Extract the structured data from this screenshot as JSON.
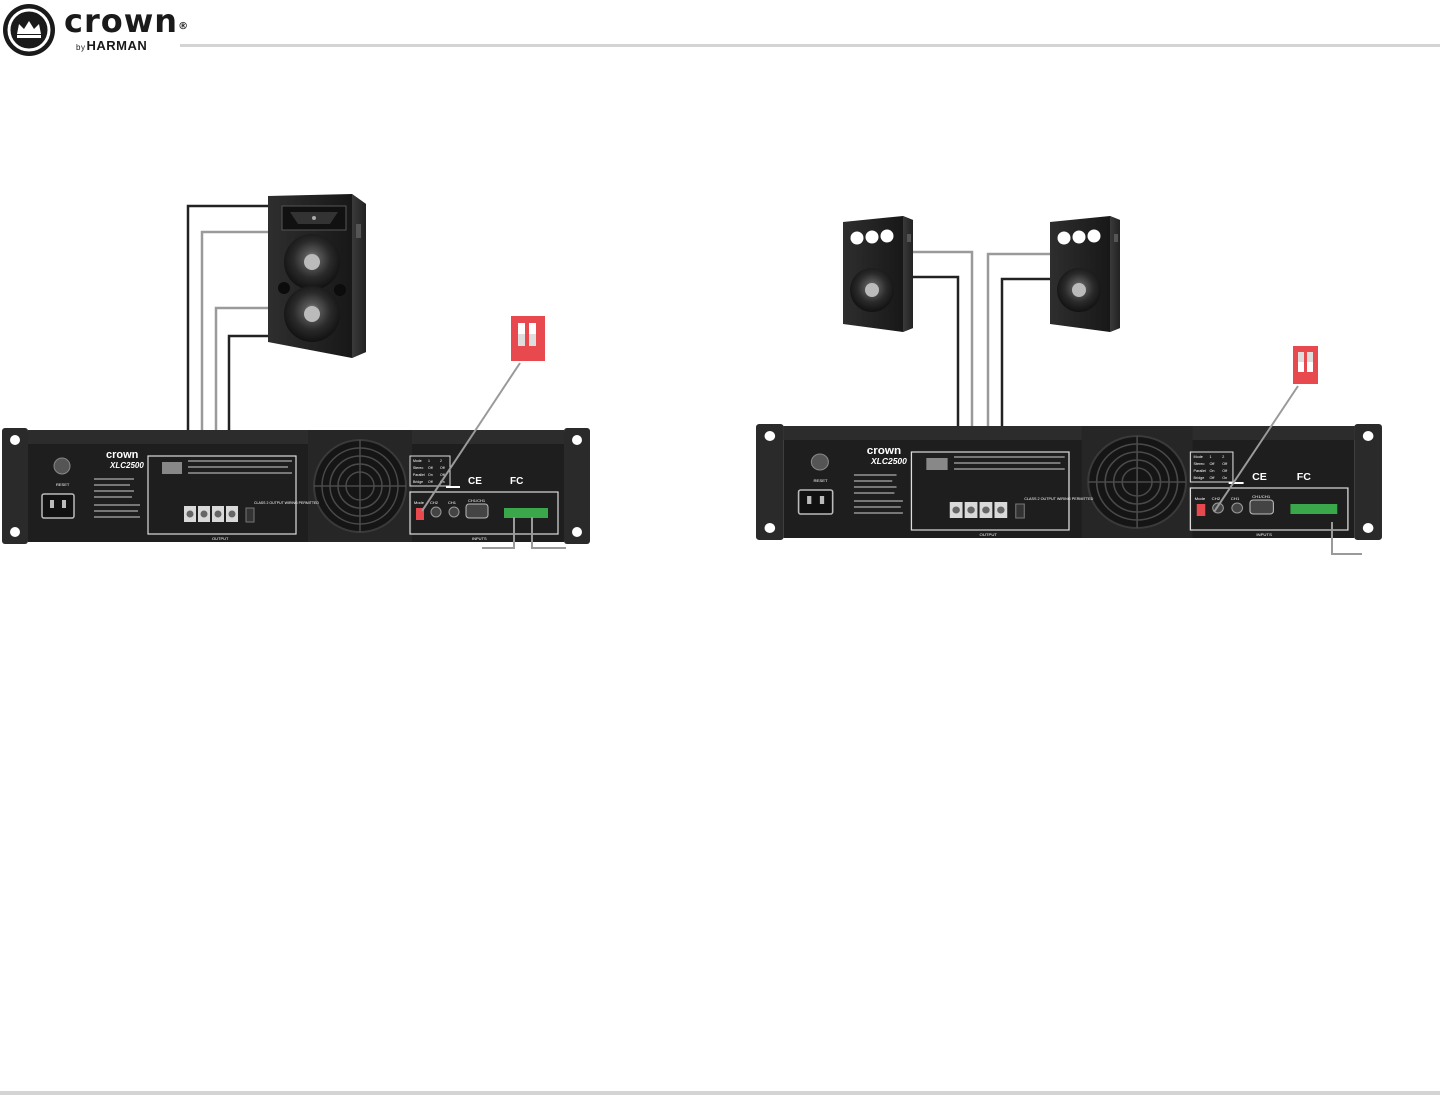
{
  "brand": {
    "wordmark": "crown",
    "registered": "®",
    "byline_prefix": "by",
    "byline": "HARMAN"
  },
  "amplifier": {
    "brand": "crown",
    "model": "XLC2500",
    "subtitle": "Power Amplifier",
    "reset_label": "RESET",
    "output_label": "OUTPUT",
    "inputs_label": "INPUTS",
    "ch1_label": "CH1",
    "ch2_label": "CH2",
    "ch1ch2_label": "CH1/CH1",
    "mode_label": "Mode",
    "mode_table": {
      "header": [
        "Mode",
        "1",
        "2"
      ],
      "rows": [
        [
          "Stereo",
          "Off",
          "Off"
        ],
        [
          "Parallel",
          "On",
          "Off"
        ],
        [
          "Bridge",
          "Off",
          "On"
        ]
      ]
    },
    "class_label": "CLASS 2 OUTPUT WIRING PERMITTED",
    "ce_mark": "CE",
    "fc_mark": "FC"
  },
  "colors": {
    "cable_dark": "#222222",
    "cable_light": "#9a9a9a",
    "dip_switch": "#e8494f",
    "amp_body": "#1e1e1e",
    "rack_ear": "#2a2a2a",
    "rule": "#d4d4d4"
  }
}
